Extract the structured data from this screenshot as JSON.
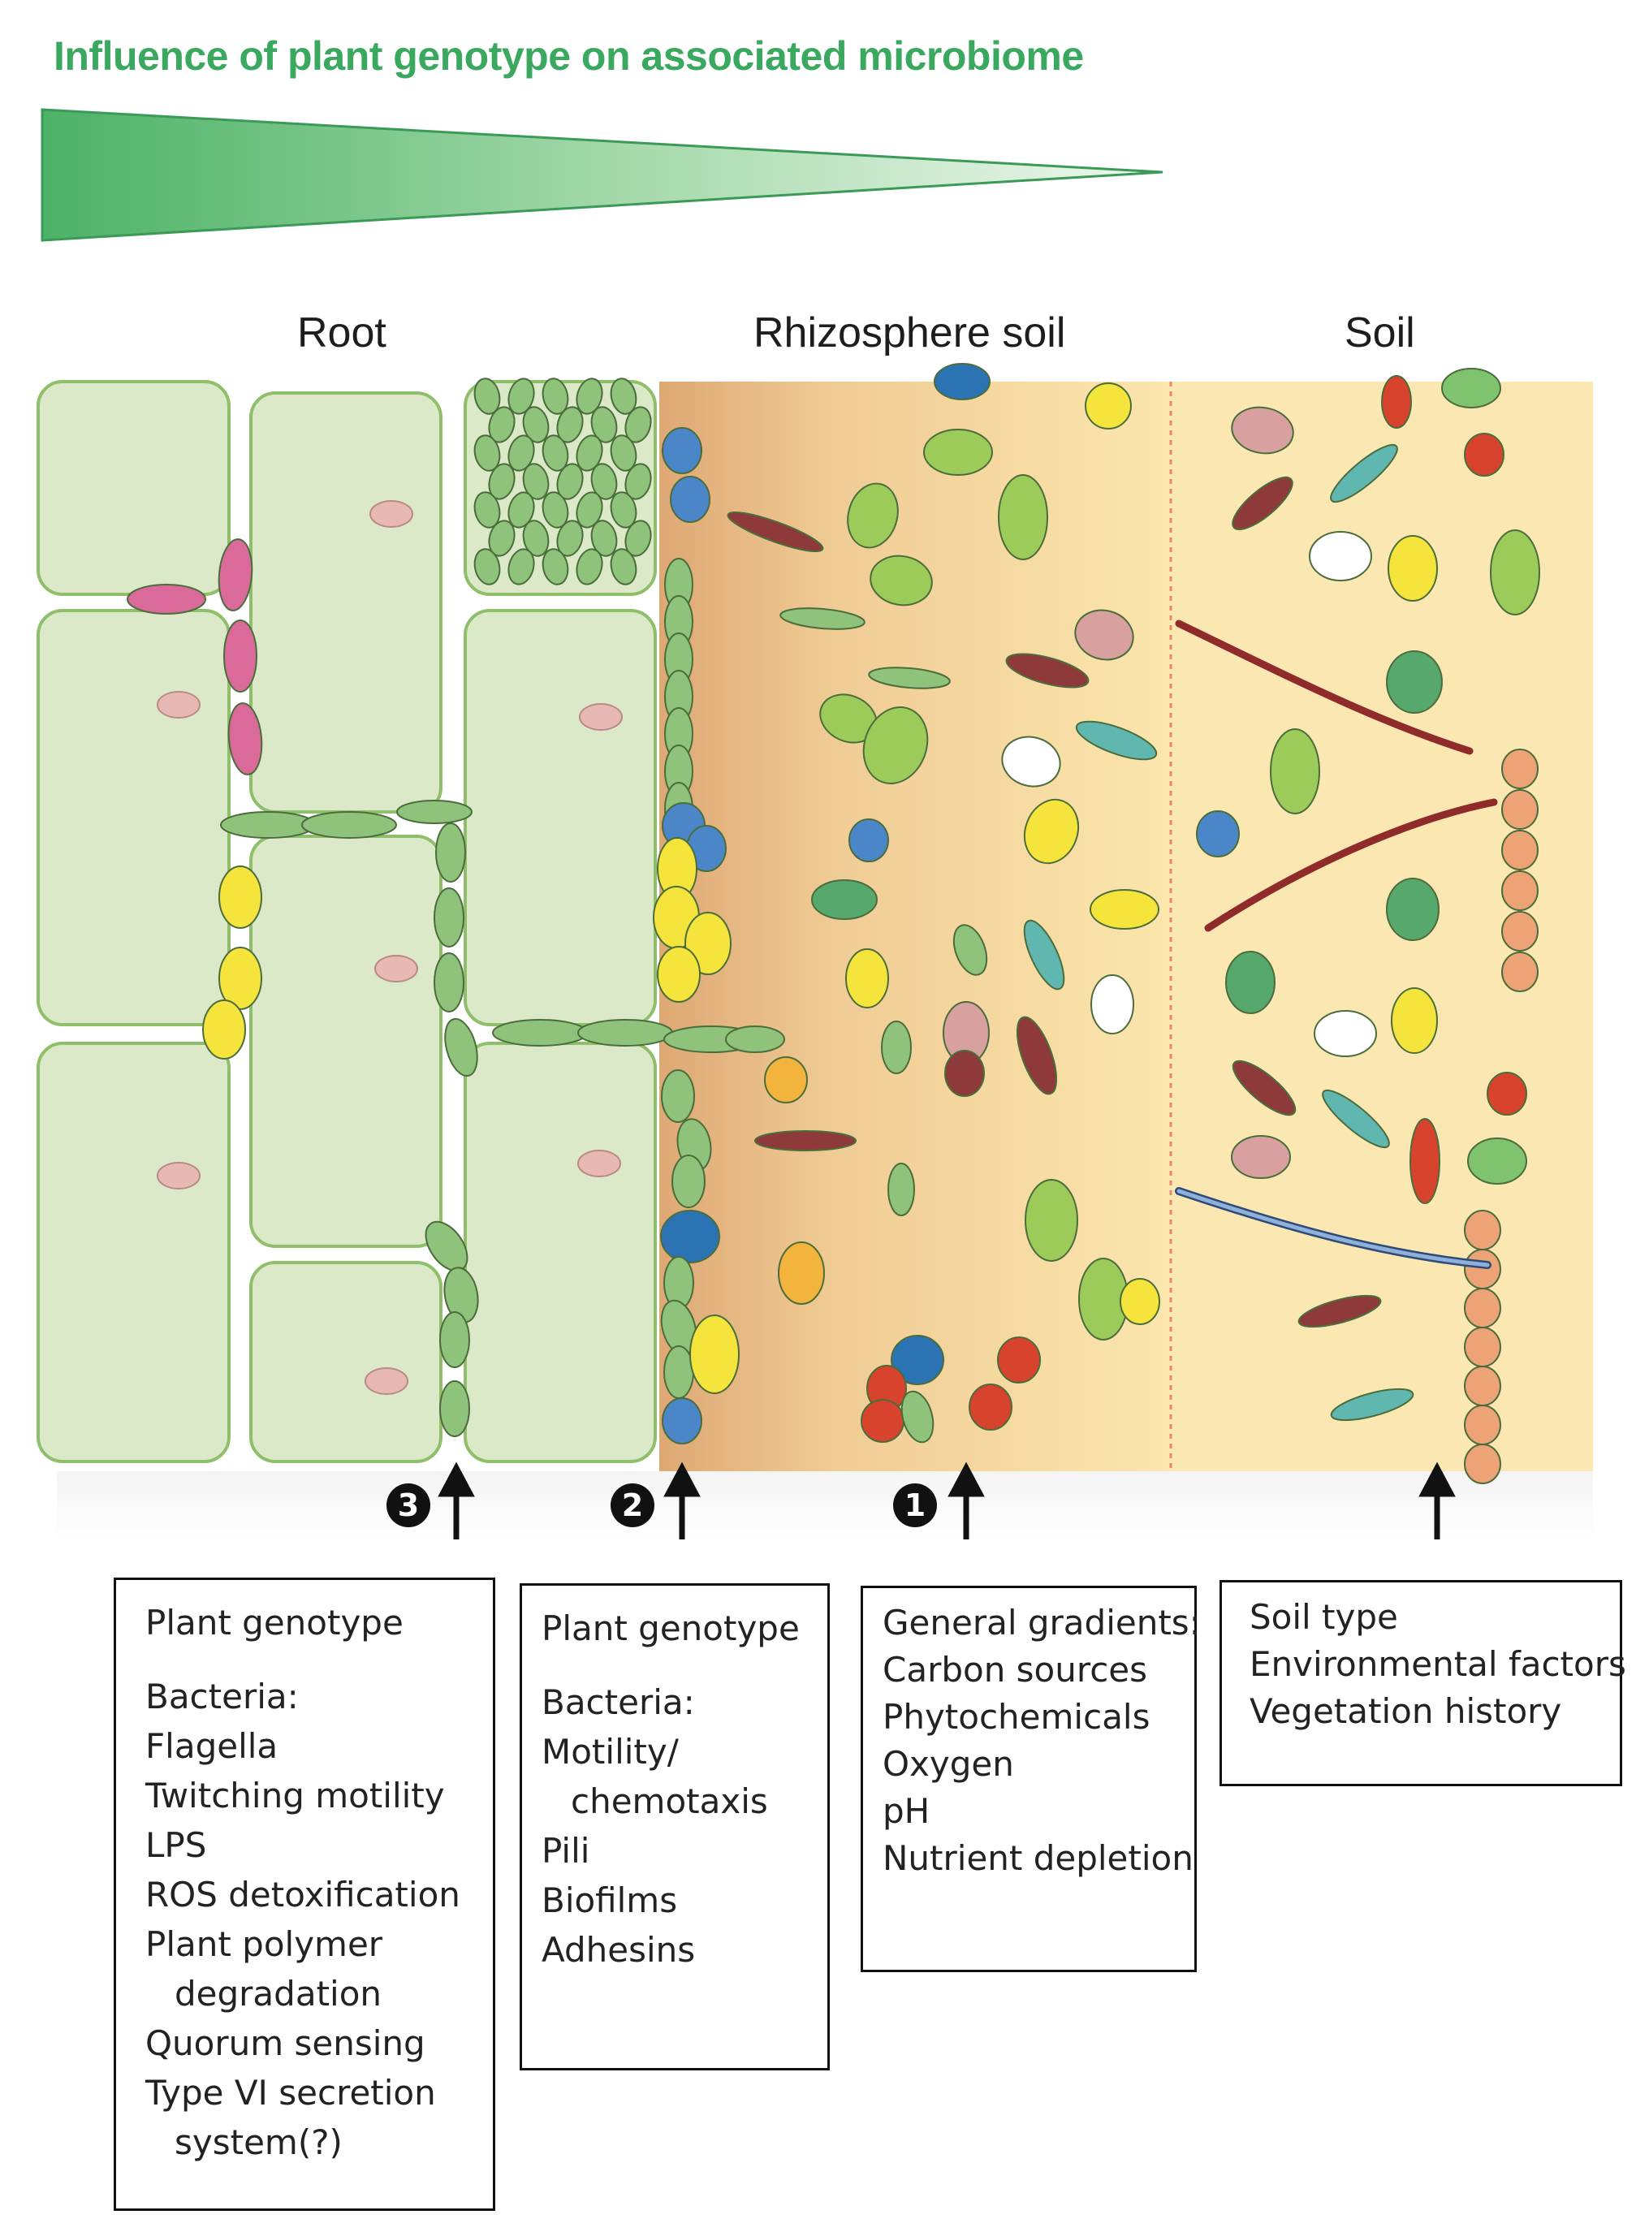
{
  "title": "Influence of plant genotype on associated microbiome",
  "zones": {
    "root": "Root",
    "rhizosphere": "Rhizosphere soil",
    "soil": "Soil"
  },
  "markers": [
    "3",
    "2",
    "1"
  ],
  "boxes": {
    "box3": {
      "lines": [
        "Plant genotype",
        "",
        "Bacteria:",
        "Flagella",
        "Twitching motility",
        "LPS",
        "ROS detoxification",
        "Plant polymer",
        "degradation",
        "Quorum sensing",
        "Type VI secretion",
        "system(?)"
      ]
    },
    "box2": {
      "lines": [
        "Plant genotype",
        "",
        "Bacteria:",
        "Motility/",
        "chemotaxis",
        "Pili",
        "Biofilms",
        "Adhesins"
      ]
    },
    "box1": {
      "lines": [
        "General gradients:",
        "Carbon sources",
        "Phytochemicals",
        "Oxygen",
        "pH",
        "Nutrient depletion"
      ]
    },
    "box0": {
      "lines": [
        "Soil type",
        "Environmental factors",
        "Vegetation history"
      ]
    }
  },
  "colors": {
    "title": "#3aa85e",
    "wedge": "#4cb266",
    "root_cell": "#dbe9c8",
    "rhizosphere_start": "#e0ad78",
    "rhizosphere_end": "#fbe6ad",
    "soil": "#fbe7b2"
  }
}
